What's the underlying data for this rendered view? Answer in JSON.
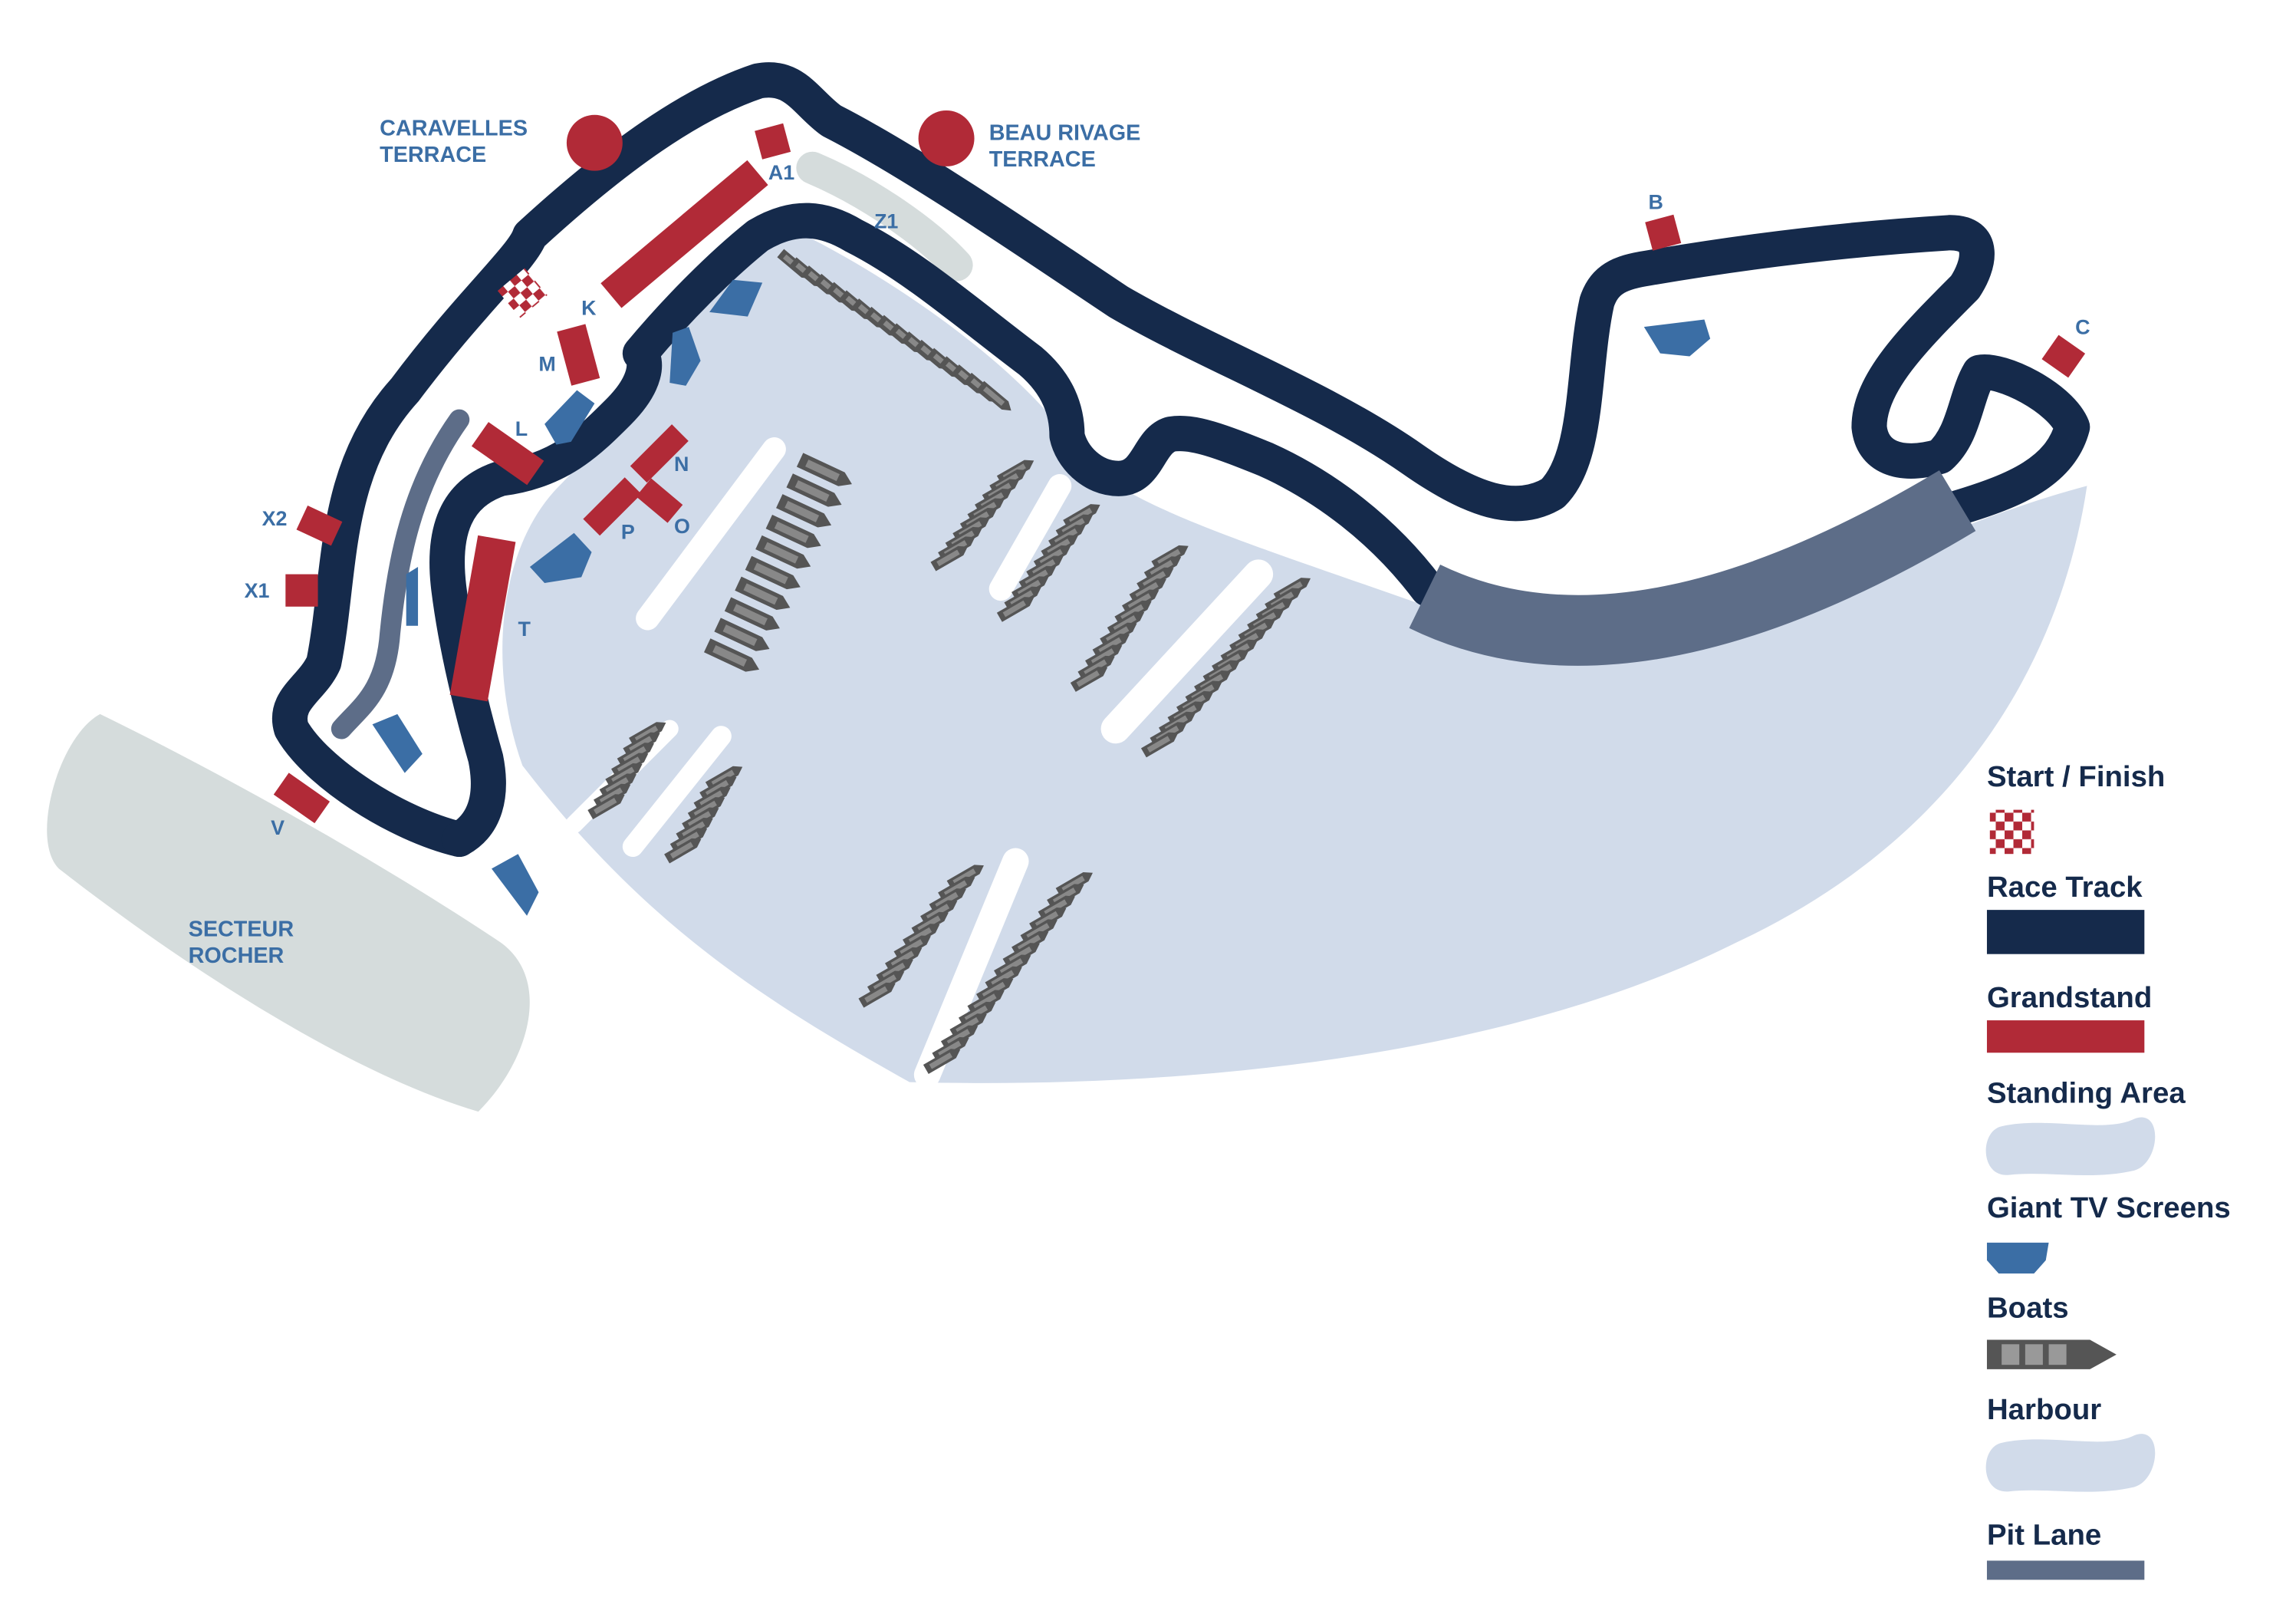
{
  "colors": {
    "track": "#152a4b",
    "grandstand": "#b12a37",
    "standing": "#d1dbea",
    "screen": "#3b6ea5",
    "boat": "#555555",
    "harbour": "#d1dbea",
    "pitlane": "#5d6d88",
    "rocher": "#d5dcdc",
    "label_blue": "#3b6ea5",
    "label_navy": "#152a4b"
  },
  "terraces": {
    "caravelles_line1": "CARAVELLES",
    "caravelles_line2": "TERRACE",
    "beau_rivage_line1": "BEAU RIVAGE",
    "beau_rivage_line2": "TERRACE"
  },
  "areas": {
    "rocher_line1": "SECTEUR",
    "rocher_line2": "ROCHER"
  },
  "stand_labels": {
    "a1": "A1",
    "b": "B",
    "c": "C",
    "k": "K",
    "m": "M",
    "l": "L",
    "n": "N",
    "o": "O",
    "p": "P",
    "t": "T",
    "v": "V",
    "x1": "X1",
    "x2": "X2",
    "z1": "Z1"
  },
  "legend": {
    "start_finish": "Start / Finish",
    "race_track": "Race Track",
    "grandstand": "Grandstand",
    "standing_area": "Standing Area",
    "giant_tv": "Giant TV Screens",
    "boats": "Boats",
    "harbour": "Harbour",
    "pit_lane": "Pit Lane"
  }
}
